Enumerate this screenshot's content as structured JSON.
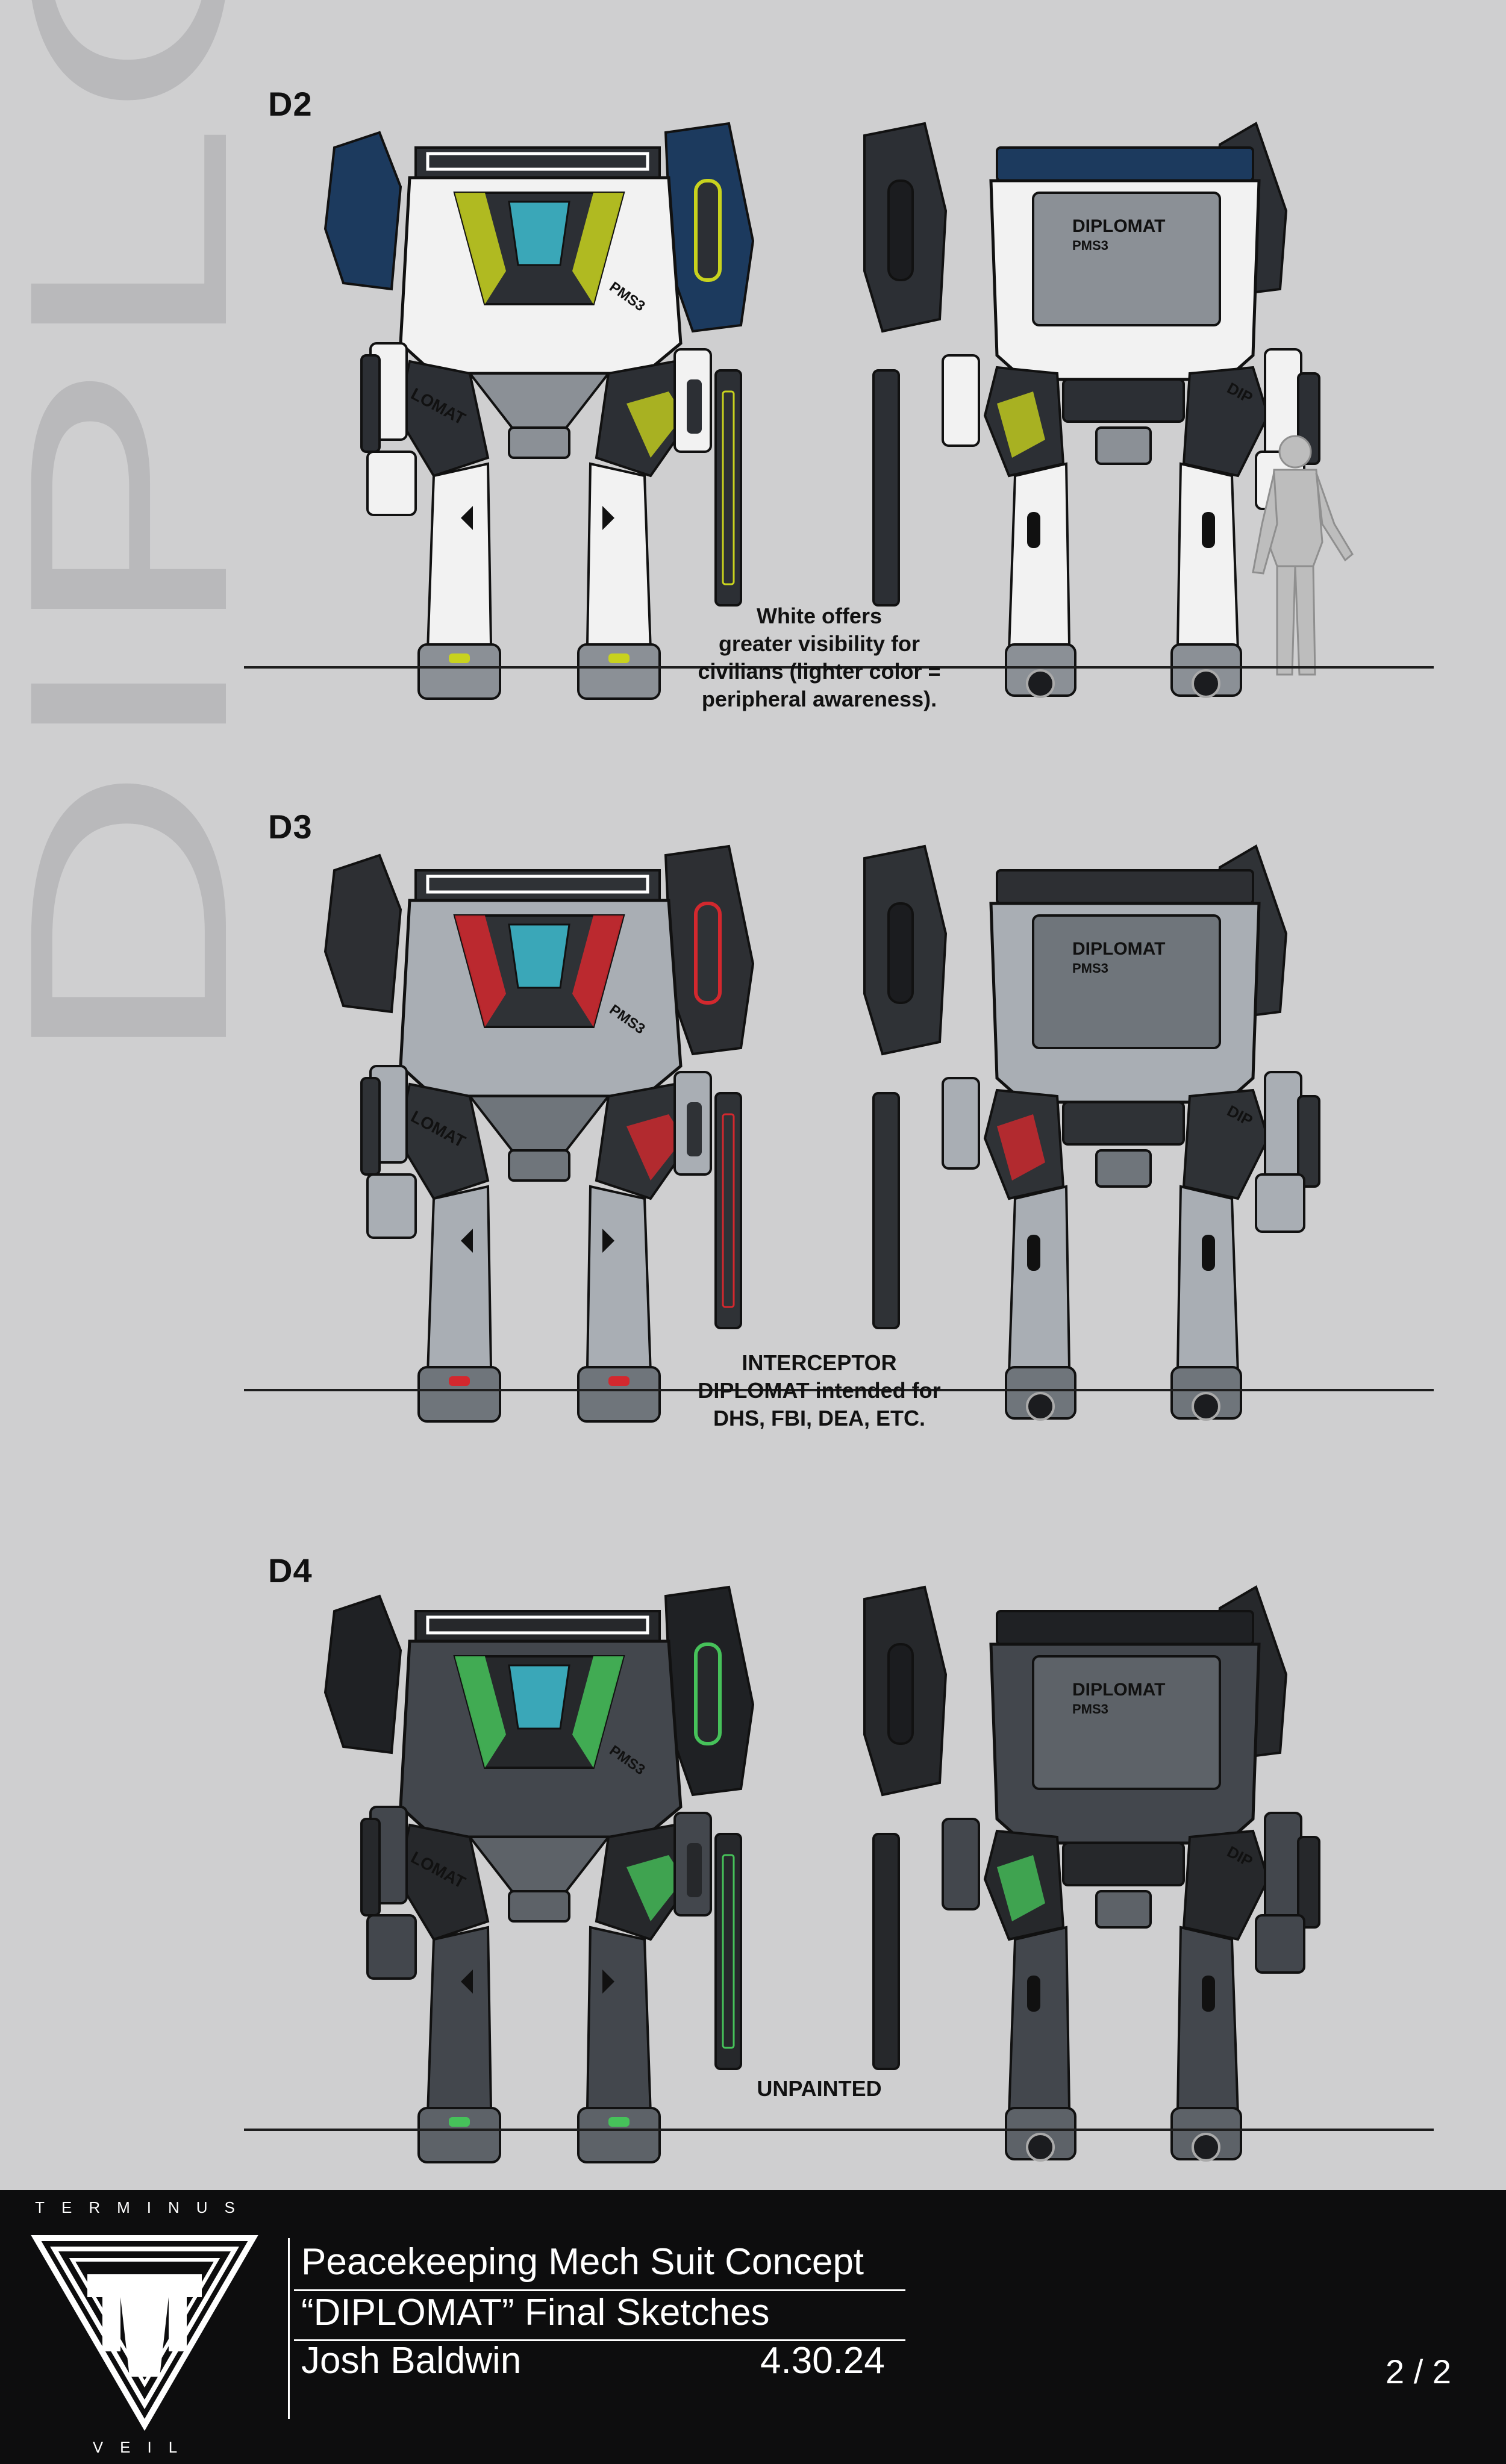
{
  "background_title": "DIPLOMAT",
  "rows": [
    {
      "label": "D2",
      "note": "White offers\ngreater visibility for\ncivilians (lighter color =\nperipheral awareness).",
      "front_chest_text": "PMS3",
      "side_text": "LOMAT",
      "back_text": "DIPLOMAT",
      "back_sub": "PMS3",
      "back_side_text": "DIP"
    },
    {
      "label": "D3",
      "note": "INTERCEPTOR\nDIPLOMAT intended for\nDHS, FBI, DEA, ETC.",
      "front_chest_text": "PMS3",
      "side_text": "LOMAT",
      "back_text": "DIPLOMAT",
      "back_sub": "PMS3",
      "back_side_text": "DIP"
    },
    {
      "label": "D4",
      "note": "UNPAINTED",
      "front_chest_text": "PMS3",
      "side_text": "LOMAT",
      "back_text": "DIPLOMAT",
      "back_sub": "PMS3",
      "back_side_text": "DIP"
    }
  ],
  "colors": {
    "d2_body": "#f2f2f2",
    "d2_accent": "#c8d21e",
    "d2_trim": "#1c3a5e",
    "d3_body": "#a9aeb4",
    "d3_accent": "#d3282e",
    "d3_trim": "#2d2f33",
    "d4_body": "#43474d",
    "d4_accent": "#46c25a",
    "d4_trim": "#1f2124",
    "visor": "#3aa7b8"
  },
  "footer": {
    "brand_top": "TERMINUS",
    "brand_bottom": "VEIL",
    "title": "Peacekeeping Mech Suit Concept",
    "subtitle": "“DIPLOMAT” Final Sketches",
    "author": "Josh Baldwin",
    "date": "4.30.24",
    "page": "2 / 2"
  }
}
